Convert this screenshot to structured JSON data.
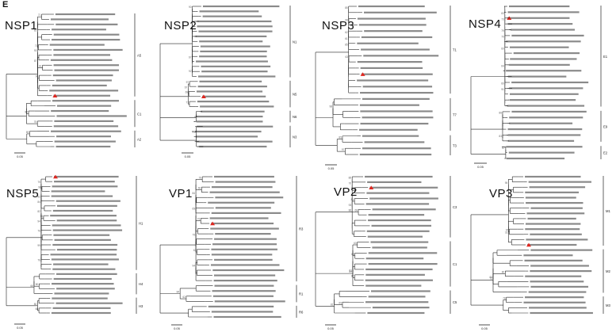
{
  "figure": {
    "panel_letter": "E",
    "panels": [
      {
        "id": "nsp1",
        "title": "NSP1",
        "groups": [
          {
            "label": "A5",
            "n": 17
          },
          {
            "label": "C1",
            "n": 6
          },
          {
            "label": "A2",
            "n": 4
          }
        ],
        "highlight_leaf": 16,
        "scale_label": "0.05"
      },
      {
        "id": "nsp2",
        "title": "NSP2",
        "groups": [
          {
            "label": "N1",
            "n": 15
          },
          {
            "label": "N5",
            "n": 6
          },
          {
            "label": "N6",
            "n": 3
          },
          {
            "label": "N3",
            "n": 5
          }
        ],
        "highlight_leaf": 18,
        "scale_label": "0.05"
      },
      {
        "id": "nsp3",
        "title": "NSP3",
        "groups": [
          {
            "label": "T1",
            "n": 15
          },
          {
            "label": "T7",
            "n": 6
          },
          {
            "label": "T3",
            "n": 4
          }
        ],
        "highlight_leaf": 11,
        "scale_label": "0.05"
      },
      {
        "id": "nsp4",
        "title": "NSP4",
        "groups": [
          {
            "label": "E1",
            "n": 18
          },
          {
            "label": "E9",
            "n": 6
          },
          {
            "label": "E2",
            "n": 3
          }
        ],
        "highlight_leaf": 2,
        "scale_label": "0.05"
      },
      {
        "id": "nsp5",
        "title": "NSP5",
        "groups": [
          {
            "label": "H1",
            "n": 20
          },
          {
            "label": "H4",
            "n": 5
          },
          {
            "label": "H3",
            "n": 4
          }
        ],
        "highlight_leaf": 0,
        "scale_label": "0.05"
      },
      {
        "id": "vp1",
        "title": "VP1",
        "groups": [
          {
            "label": "R3",
            "n": 21
          },
          {
            "label": "R1",
            "n": 4
          },
          {
            "label": "R6",
            "n": 3
          }
        ],
        "highlight_leaf": 9,
        "scale_label": "0.05"
      },
      {
        "id": "vp2",
        "title": "VP2",
        "groups": [
          {
            "label": "C3",
            "n": 12
          },
          {
            "label": "C1",
            "n": 9
          },
          {
            "label": "C5",
            "n": 5
          }
        ],
        "highlight_leaf": 2,
        "scale_label": "0.05"
      },
      {
        "id": "vp3",
        "title": "VP3",
        "groups": [
          {
            "label": "M1",
            "n": 14
          },
          {
            "label": "M2",
            "n": 9
          },
          {
            "label": "M3",
            "n": 4
          }
        ],
        "highlight_leaf": 13,
        "scale_label": "0.05"
      }
    ]
  }
}
